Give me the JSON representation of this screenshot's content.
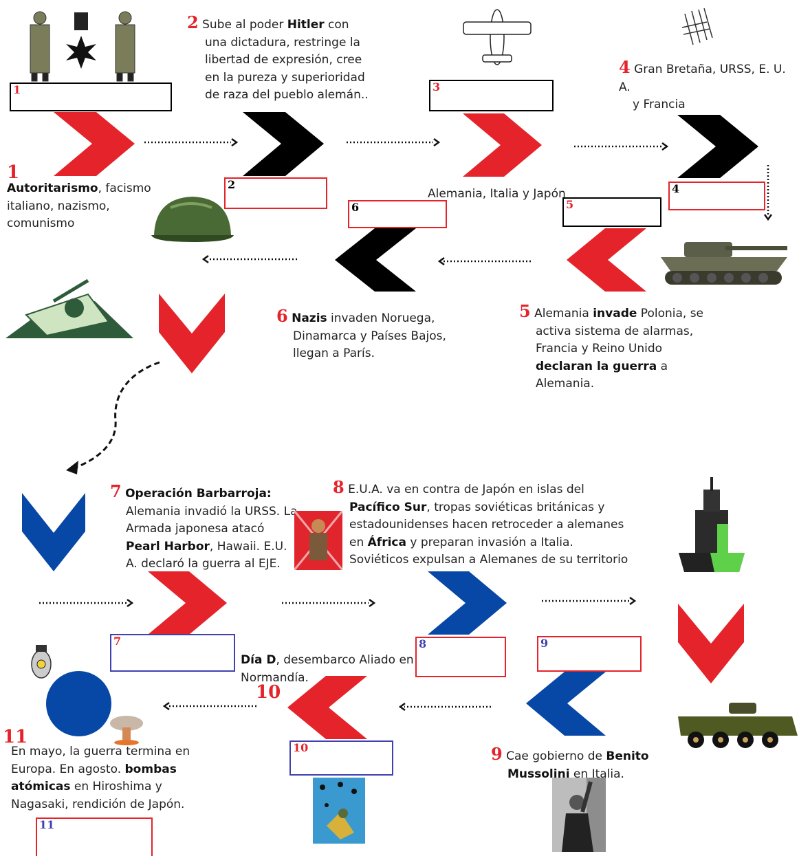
{
  "colors": {
    "red": "#e5232a",
    "black": "#000000",
    "blue": "#0747a6",
    "green": "#4a5d2e"
  },
  "items": {
    "n1": "1",
    "t1_b": "Autoritarismo",
    "t1_r": ", facismo",
    "t1_l2": "italiano, nazismo,",
    "t1_l3": "comunismo",
    "n2": "2",
    "t2_a": "Sube al poder ",
    "t2_b": "Hitler",
    "t2_c": " con",
    "t2_l2": "una dictadura, restringe la",
    "t2_l3": "libertad de expresión, cree",
    "t2_l4": "en la pureza  y superioridad",
    "t2_l5": "de raza del pueblo alemán..",
    "t3": "Alemania, Italia y Japón",
    "n4": "4",
    "t4_l1": "Gran Bretaña, URSS, E. U. A.",
    "t4_l2": "y Francia",
    "n5": "5",
    "t5_a": "Alemania ",
    "t5_b": "invade",
    "t5_c": " Polonia, se",
    "t5_l2": "activa sistema de alarmas,",
    "t5_l3": "Francia y Reino Unido",
    "t5_l4b": "declaran la guerra",
    "t5_l4c": " a",
    "t5_l5": "Alemania.",
    "n6": "6",
    "t6_b": "Nazis",
    "t6_r": " invaden Noruega,",
    "t6_l2": "Dinamarca y Países Bajos,",
    "t6_l3": "llegan a París.",
    "n7": "7",
    "t7_b": "Operación Barbarroja:",
    "t7_l2": "Alemania invadió la URSS. La",
    "t7_l3": "Armada japonesa atacó",
    "t7_l4b": "Pearl Harbor",
    "t7_l4c": ", Hawaii. E.U.",
    "t7_l5": "A. declaró la guerra al EJE.",
    "n8": "8",
    "t8_l1": "E.U.A. va en contra de Japón en islas del",
    "t8_l2b": "Pacífico Sur",
    "t8_l2c": ", tropas soviéticas británicas y",
    "t8_l3": "estadounidenses hacen retroceder a alemanes",
    "t8_l4a": "en ",
    "t8_l4b": "África",
    "t8_l4c": " y preparan invasión a Italia.",
    "t8_l5": "Soviéticos expulsan a Alemanes de su territorio",
    "n9": "9",
    "t9_a": "Cae gobierno de ",
    "t9_b": "Benito",
    "t9_l2b": "Mussolini",
    "t9_l2c": " en Italia.",
    "n10": "10",
    "t10_b": "Día D",
    "t10_r": ", desembarco Aliado en",
    "t10_l2": "Normandía.",
    "n11": "11",
    "t11_l1": "En mayo, la guerra termina en",
    "t11_l2a": "Europa. En agosto. ",
    "t11_l2b": "bombas",
    "t11_l3b": "atómicas",
    "t11_l3c": " en Hiroshima y",
    "t11_l4": "Nagasaki, rendición de Japón."
  },
  "answer_boxes": [
    {
      "num": "1",
      "color": "#000000"
    },
    {
      "num": "2",
      "color": "#e5232a"
    },
    {
      "num": "3",
      "color": "#000000"
    },
    {
      "num": "4",
      "color": "#e5232a"
    },
    {
      "num": "5",
      "color": "#000000"
    },
    {
      "num": "6",
      "color": "#e5232a"
    },
    {
      "num": "7",
      "color": "#4040b0"
    },
    {
      "num": "8",
      "color": "#e5232a"
    },
    {
      "num": "9",
      "color": "#e5232a"
    },
    {
      "num": "10",
      "color": "#4040b0"
    },
    {
      "num": "11",
      "color": "#e5232a"
    }
  ],
  "icons": [
    "soldiers-saluting-icon",
    "iron-cross-icon",
    "airplane-icon",
    "marching-soldiers-icon",
    "helmet-icon",
    "tank-icon",
    "tank-cartoon-icon",
    "soldier-poster-icon",
    "battleship-icon",
    "armored-vehicle-icon",
    "atomic-bomb-icon",
    "mushroom-cloud-icon",
    "paratroopers-icon",
    "mussolini-photo-icon"
  ]
}
